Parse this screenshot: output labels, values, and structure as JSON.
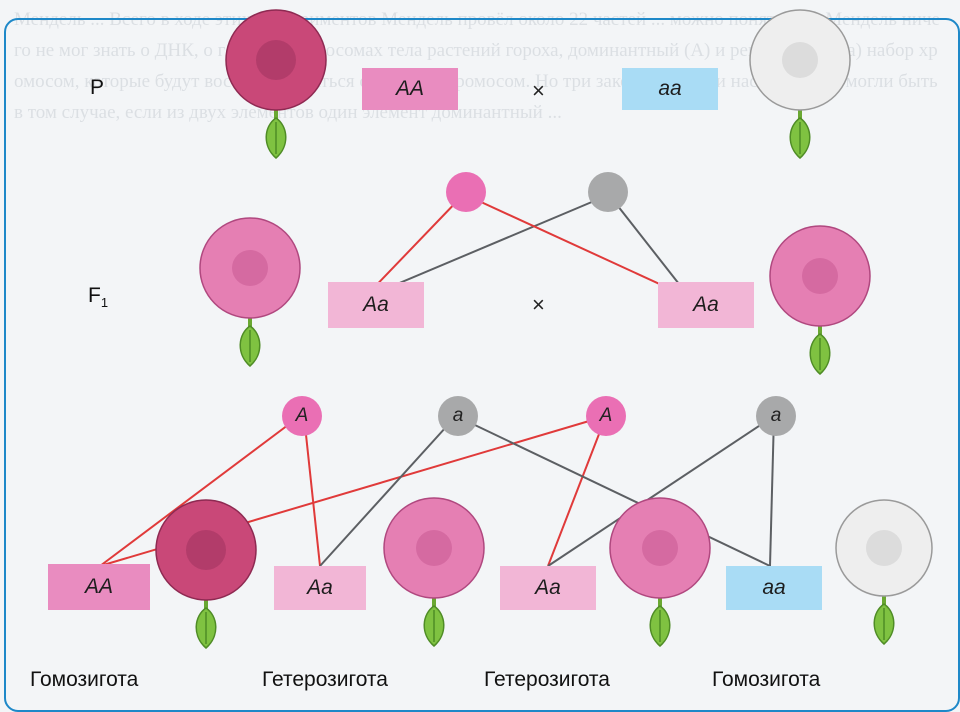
{
  "generations": {
    "p": "P",
    "f1": "F",
    "f1_sub": "1"
  },
  "cross_symbol": "×",
  "parents": {
    "left": "AA",
    "right": "aa"
  },
  "f1": {
    "left": "Aa",
    "right": "Aa"
  },
  "gametes": [
    "A",
    "a",
    "A",
    "a"
  ],
  "offspring": [
    {
      "genotype": "AA",
      "label": "Гомозигота"
    },
    {
      "genotype": "Aa",
      "label": "Гетерозигота"
    },
    {
      "genotype": "Aa",
      "label": "Гетерозигота"
    },
    {
      "genotype": "aa",
      "label": "Гомозигота"
    }
  ],
  "colors": {
    "frame": "#1e88c8",
    "dominant_line": "#e03a3a",
    "recessive_line": "#5c5f63",
    "red_flower": "#c94878",
    "pink_flower": "#e57fb3",
    "white_flower": "#eeeeee"
  },
  "background_text": "Мендель ... Всего в ходе этих экспериментов Мендель провёл около 22 частей ... можно понять, что Мендель ничего не мог знать о ДНК, о генах, о хромосомах тела растений гороха, доминантный (А) и рецессивный (а) набор хромосом, которые будут восстанавливаться с набором хромосом. Но три закономерности наследования могли быть в том случае, если из двух элементов один элемент доминантный ..."
}
